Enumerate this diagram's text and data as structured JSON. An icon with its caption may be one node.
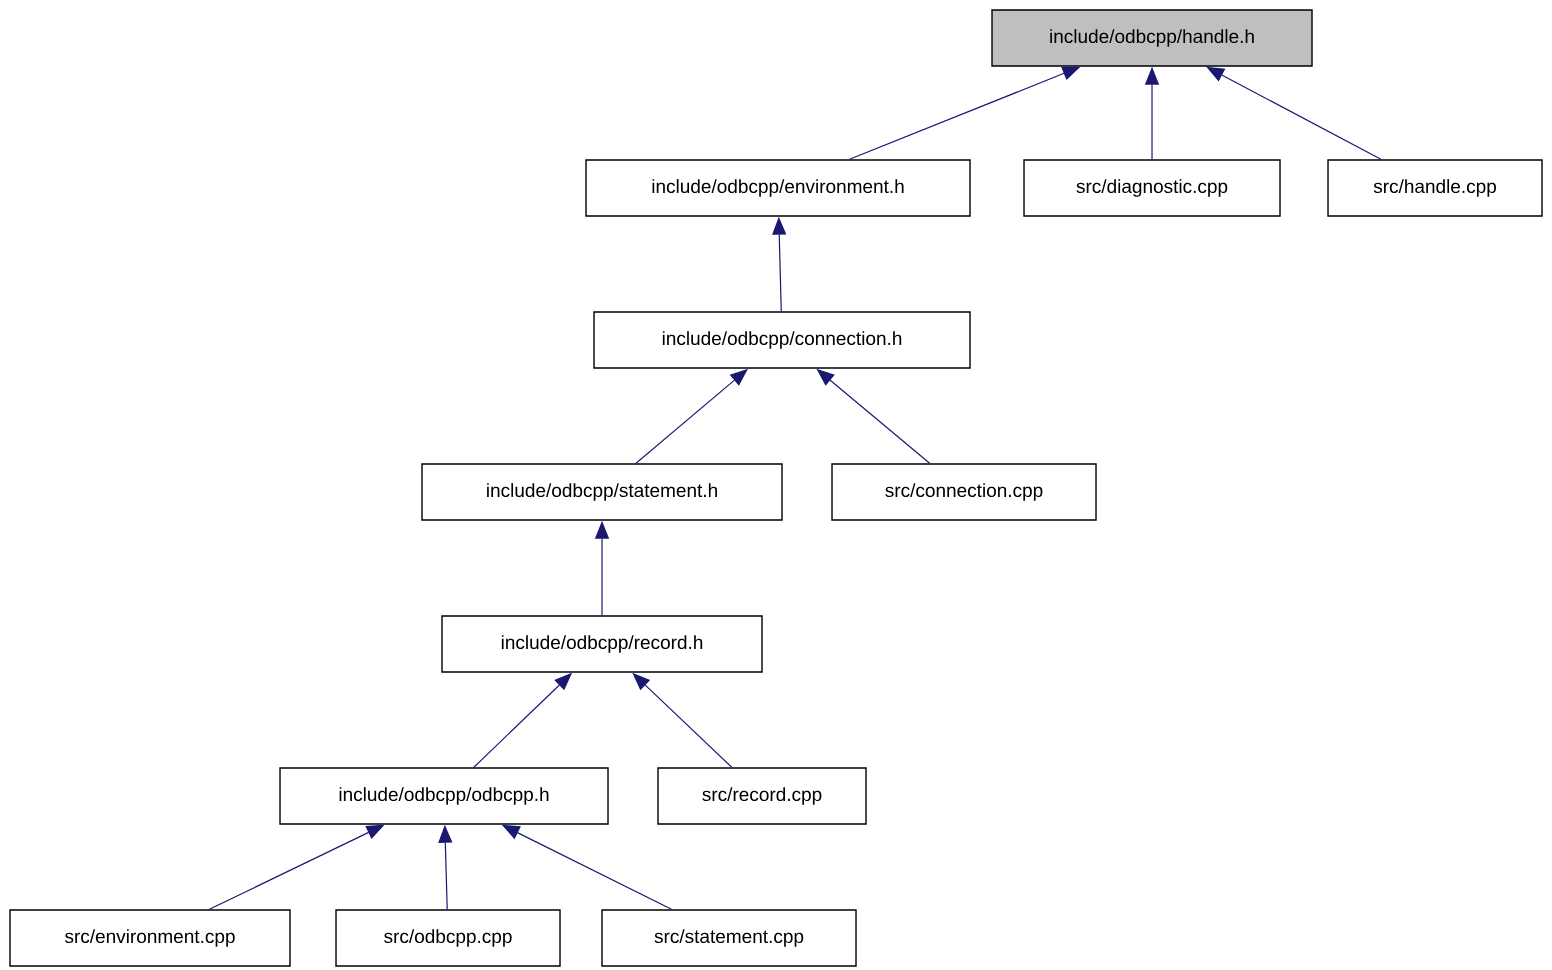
{
  "diagram": {
    "nodes": [
      {
        "text": [
          "include/odbcpp/handle.h"
        ]
      },
      {
        "text": [
          "include/odbcpp/environment.h"
        ]
      },
      {
        "text": [
          "src/diagnostic.cpp"
        ]
      },
      {
        "text": [
          "src/handle.cpp"
        ]
      },
      {
        "text": [
          "include/odbcpp/connection.h"
        ]
      },
      {
        "text": [
          "include/odbcpp/statement.h"
        ]
      },
      {
        "text": [
          "src/connection.cpp"
        ]
      },
      {
        "text": [
          "include/odbcpp/record.h"
        ]
      },
      {
        "text": [
          "include/odbcpp/odbcpp.h"
        ]
      },
      {
        "text": [
          "src/record.cpp"
        ]
      },
      {
        "text": [
          "src/environment.cpp"
        ]
      },
      {
        "text": [
          "src/odbcpp.cpp"
        ]
      },
      {
        "text": [
          "src/statement.cpp"
        ]
      }
    ],
    "edges": [
      {
        "from": 1,
        "to": 0,
        "arrow": "to"
      },
      {
        "from": 2,
        "to": 0,
        "arrow": "to"
      },
      {
        "from": 3,
        "to": 0,
        "arrow": "to"
      },
      {
        "from": 4,
        "to": 1,
        "arrow": "to"
      },
      {
        "from": 5,
        "to": 4,
        "arrow": "to"
      },
      {
        "from": 6,
        "to": 4,
        "arrow": "to"
      },
      {
        "from": 7,
        "to": 5,
        "arrow": "to"
      },
      {
        "from": 8,
        "to": 7,
        "arrow": "to"
      },
      {
        "from": 9,
        "to": 7,
        "arrow": "to"
      },
      {
        "from": 10,
        "to": 8,
        "arrow": "to"
      },
      {
        "from": 11,
        "to": 8,
        "arrow": "to"
      },
      {
        "from": 12,
        "to": 8,
        "arrow": "to"
      }
    ]
  }
}
